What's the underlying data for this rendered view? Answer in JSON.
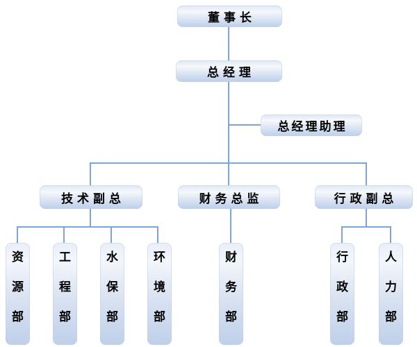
{
  "diagram": {
    "type": "org-chart",
    "background_color": "#ffffff",
    "connector_color": "#7ba3d9",
    "box_gradient_top": "#f5f8fc",
    "box_gradient_bottom": "#bccfea",
    "text_color": "#000000",
    "nodes": {
      "chairman": {
        "label": "董事长"
      },
      "general_manager": {
        "label": "总经理"
      },
      "gm_assistant": {
        "label": "总经理助理"
      },
      "tech_vp": {
        "label": "技术副总"
      },
      "finance_director": {
        "label": "财务总监"
      },
      "admin_vp": {
        "label": "行政副总"
      },
      "resources_dept": {
        "label": "资源部"
      },
      "engineering_dept": {
        "label": "工程部"
      },
      "water_conservation_dept": {
        "label": "水保部"
      },
      "environment_dept": {
        "label": "环境部"
      },
      "finance_dept": {
        "label": "财务部"
      },
      "admin_dept": {
        "label": "行政部"
      },
      "hr_dept": {
        "label": "人力部"
      }
    },
    "hierarchy": [
      {
        "parent": "董事长",
        "children": [
          "总经理"
        ]
      },
      {
        "parent": "总经理",
        "children": [
          "总经理助理",
          "技术副总",
          "财务总监",
          "行政副总"
        ]
      },
      {
        "parent": "技术副总",
        "children": [
          "资源部",
          "工程部",
          "水保部",
          "环境部"
        ]
      },
      {
        "parent": "财务总监",
        "children": [
          "财务部"
        ]
      },
      {
        "parent": "行政副总",
        "children": [
          "行政部",
          "人力部"
        ]
      }
    ]
  }
}
